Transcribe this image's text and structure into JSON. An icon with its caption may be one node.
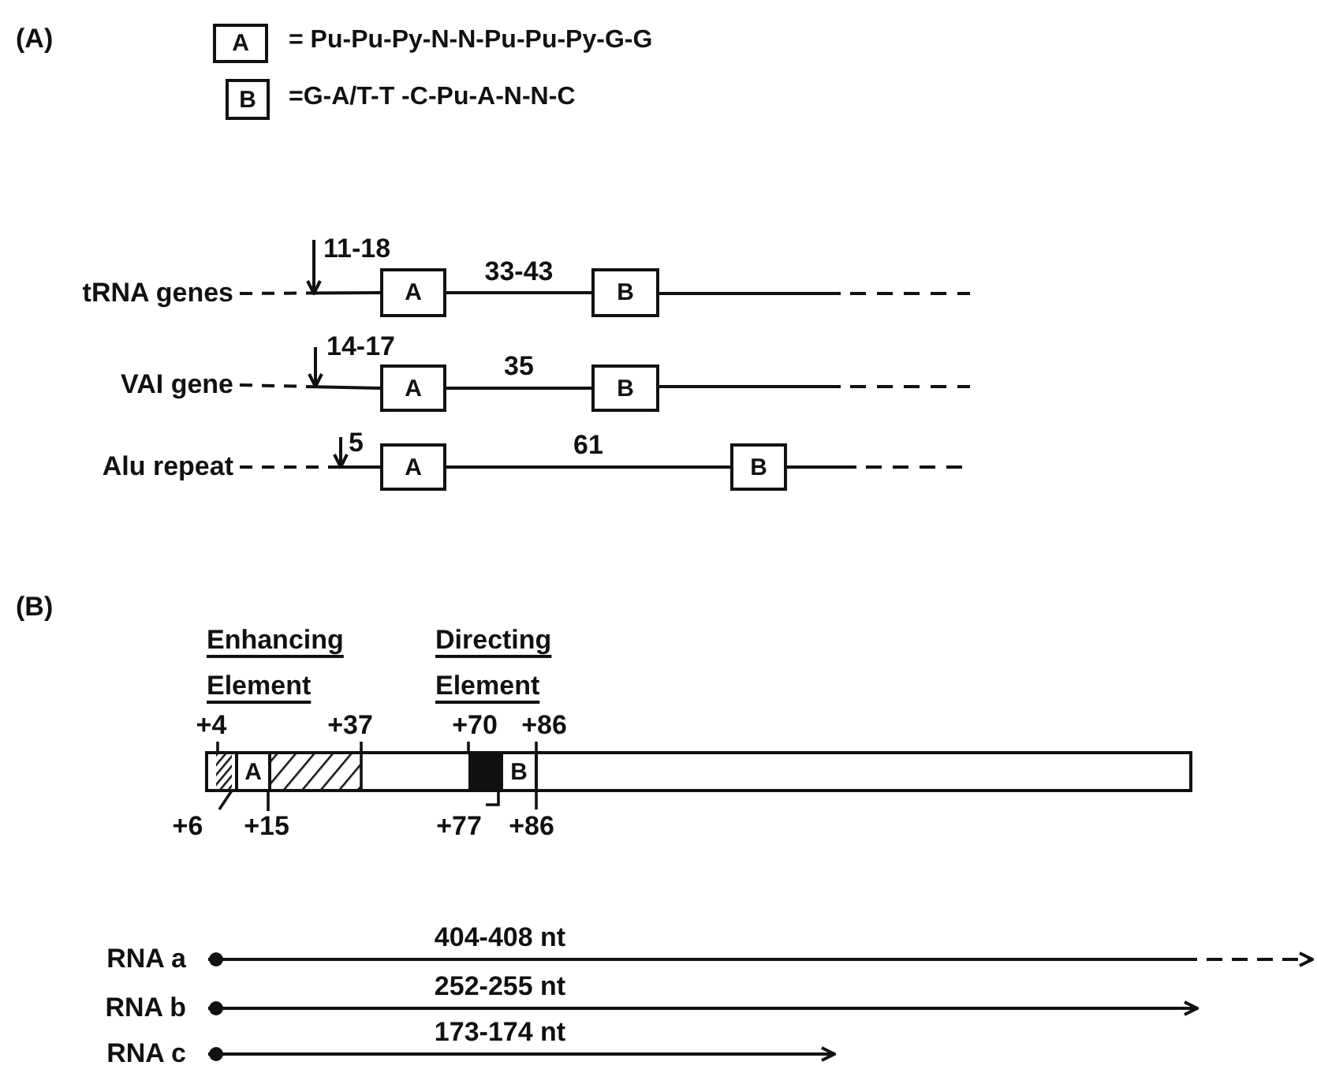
{
  "diagram": {
    "nodes": [
      {
        "text": [
          "A"
        ],
        "beside": [
          "= Pu-Pu-Py-N-N-Pu-Pu-Py-G-G"
        ]
      },
      {
        "text": [
          "B"
        ],
        "beside": [
          "=G-A/T-T -C-Pu-A-N-N-C"
        ]
      },
      {
        "text": [
          "A"
        ]
      },
      {
        "text": [
          "B"
        ]
      },
      {
        "text": [
          "A"
        ]
      },
      {
        "text": [
          "B"
        ]
      },
      {
        "text": [
          "A"
        ]
      },
      {
        "text": [
          "B"
        ]
      },
      {
        "text": [],
        "shape": "bar"
      },
      {
        "text": [
          "A"
        ],
        "in": 8
      },
      {
        "text": [
          "B"
        ],
        "in": 8
      },
      {
        "text": [
          "RNA a"
        ]
      },
      {
        "text": [
          "RNA b"
        ]
      },
      {
        "text": [
          "RNA c"
        ]
      },
      {
        "text": [
          "tRNA genes"
        ]
      },
      {
        "text": [
          "VAI gene"
        ]
      },
      {
        "text": [
          "Alu repeat"
        ]
      }
    ],
    "edges": [
      {
        "from": 2,
        "to": 3,
        "arrow": "none",
        "label": "33-43"
      },
      {
        "from": 4,
        "to": 5,
        "arrow": "none",
        "label": "35"
      },
      {
        "from": 6,
        "to": 7,
        "arrow": "none",
        "label": "61"
      },
      {
        "from": 11,
        "to": null,
        "arrow": "to",
        "label": "404-408 nt",
        "style": "dashed"
      },
      {
        "from": 12,
        "to": null,
        "arrow": "to",
        "label": "252-255 nt"
      },
      {
        "from": 13,
        "to": null,
        "arrow": "to",
        "label": "173-174 nt"
      },
      {
        "from": 14,
        "to": 2,
        "arrow": "none",
        "style": "dashed"
      },
      {
        "from": 15,
        "to": 4,
        "arrow": "none",
        "style": "dashed"
      },
      {
        "from": 16,
        "to": 6,
        "arrow": "none",
        "style": "dashed"
      }
    ],
    "labels": [
      "(A)",
      "11-18",
      "14-17",
      "5",
      "(B)",
      "Enhancing Element",
      "Directing Element",
      "+4",
      "+37",
      "+70",
      "+86",
      "+6",
      "+15",
      "+77",
      "+86"
    ]
  }
}
